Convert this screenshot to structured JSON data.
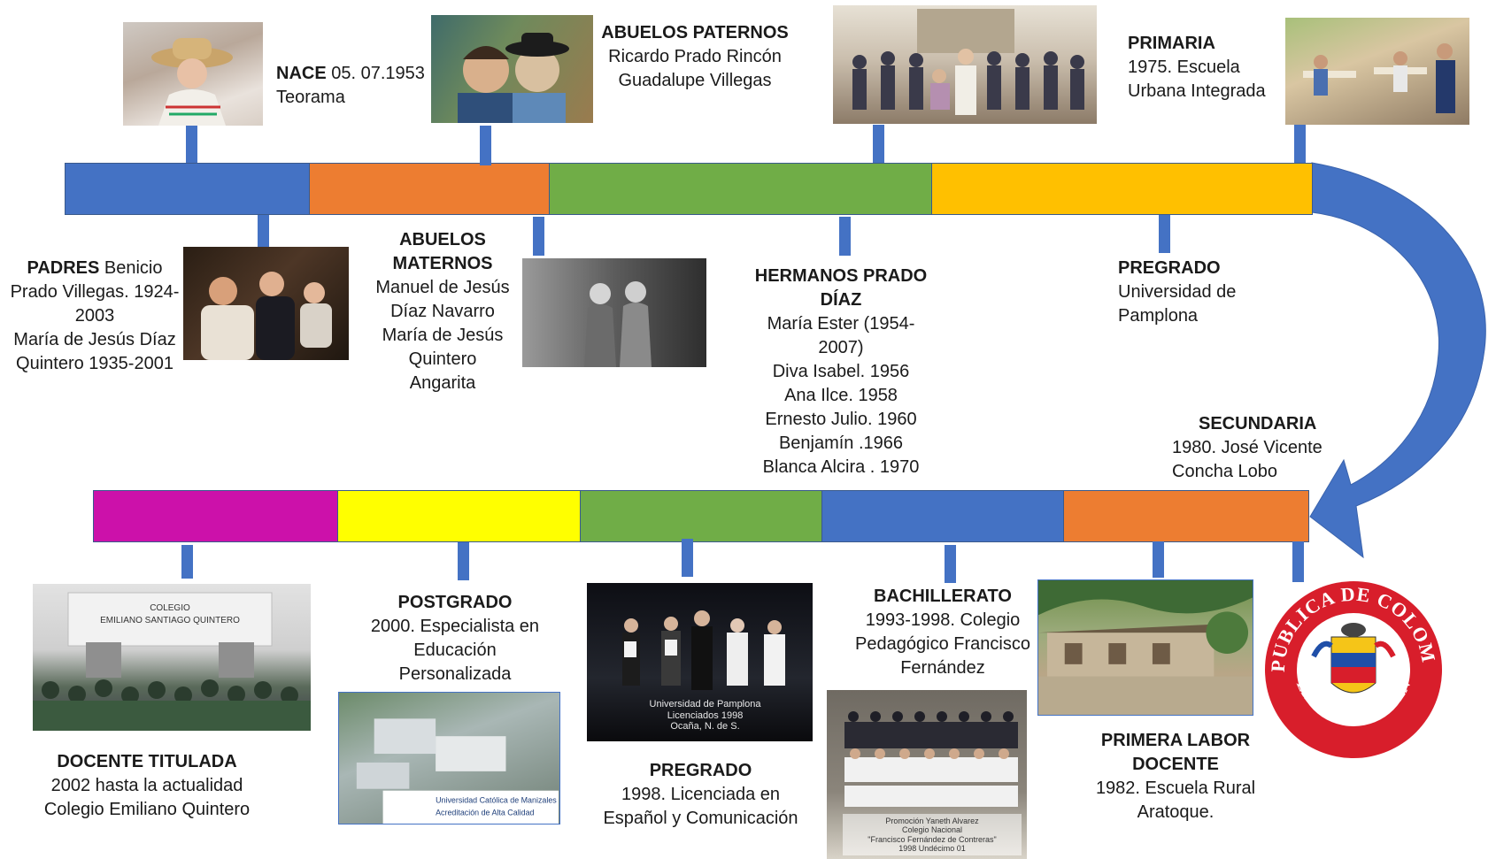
{
  "timeline": {
    "top_segments": [
      {
        "color": "#4472c4"
      },
      {
        "color": "#ed7d31"
      },
      {
        "color": "#70ad47"
      },
      {
        "color": "#ffc000"
      }
    ],
    "bottom_segments": [
      {
        "color": "#cc11aa"
      },
      {
        "color": "#ffff00"
      },
      {
        "color": "#70ad47"
      },
      {
        "color": "#4472c4"
      },
      {
        "color": "#ed7d31"
      }
    ],
    "connector_arrow_color": "#4472c4",
    "tick_color": "#4472c4"
  },
  "events": {
    "nace": {
      "title": "NACE",
      "lines": [
        "05. 07.1953",
        "Teorama"
      ]
    },
    "padres": {
      "title": "PADRES",
      "lines": [
        "Benicio",
        "Prado Villegas. 1924-",
        "2003",
        "María de Jesús Díaz",
        "Quintero 1935-2001"
      ]
    },
    "abuelos_paternos": {
      "title": "ABUELOS PATERNOS",
      "lines": [
        "Ricardo Prado Rincón",
        "Guadalupe Villegas"
      ]
    },
    "abuelos_maternos": {
      "title": [
        "ABUELOS",
        "MATERNOS"
      ],
      "lines": [
        "Manuel de Jesús",
        "Díaz Navarro",
        "María de Jesús",
        "Quintero",
        "Angarita"
      ]
    },
    "hermanos": {
      "title": [
        "HERMANOS PRADO",
        "DÍAZ"
      ],
      "lines": [
        "María Ester (1954-",
        "2007)",
        "Diva Isabel. 1956",
        "Ana Ilce. 1958",
        "Ernesto Julio. 1960",
        "Benjamín .1966",
        "Blanca Alcira . 1970"
      ]
    },
    "primaria": {
      "title": "PRIMARIA",
      "lines": [
        "1975. Escuela",
        "Urbana Integrada"
      ]
    },
    "pregrado_top": {
      "title": "PREGRADO",
      "lines": [
        "Universidad de",
        "Pamplona"
      ]
    },
    "secundaria": {
      "title": "SECUNDARIA",
      "lines": [
        "1980. José Vicente",
        "Concha Lobo"
      ]
    },
    "docente_titulada": {
      "title": "DOCENTE TITULADA",
      "lines": [
        "2002 hasta la actualidad",
        "Colegio Emiliano Quintero"
      ]
    },
    "postgrado": {
      "title": "POSTGRADO",
      "lines": [
        "2000. Especialista en",
        "Educación",
        "Personalizada"
      ]
    },
    "pregrado_bottom": {
      "title": "PREGRADO",
      "lines": [
        "1998. Licenciada en",
        "Español y Comunicación"
      ]
    },
    "bachillerato": {
      "title": "BACHILLERATO",
      "lines": [
        "1993-1998. Colegio",
        "Pedagógico Francisco",
        "Fernández"
      ]
    },
    "primera_labor": {
      "title": [
        "PRIMERA LABOR",
        "DOCENTE"
      ],
      "lines": [
        "1982. Escuela Rural",
        "Aratoque."
      ]
    }
  },
  "photos": {
    "school_building_text": [
      "COLEGIO",
      "EMILIANO SANTIAGO QUINTERO"
    ],
    "pamplona_caption": [
      "Universidad de Pamplona",
      "Licenciados 1998",
      "Ocaña, N. de S."
    ],
    "catolica_caption": [
      "Universidad Católica de Manizales",
      "Acreditación de Alta Calidad"
    ],
    "promocion_caption": [
      "Promoción Yaneth Alvarez",
      "Colegio Nacional",
      "\"Francisco Fernández de Contreras\"",
      "1998 Undécimo 01"
    ]
  },
  "seal": {
    "top_text": "REPUBLICA DE COLOMBIA",
    "bottom_text": "LIBERTAD Y ORDEN",
    "ring_color": "#d81e2b"
  }
}
